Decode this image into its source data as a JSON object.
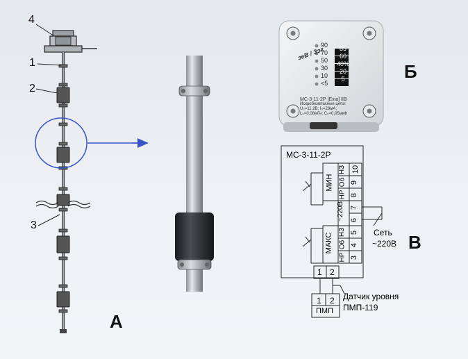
{
  "figure_labels": {
    "a": "А",
    "b": "Б",
    "v": "В"
  },
  "parts": {
    "p1": "1",
    "p2": "2",
    "p3": "3",
    "p4": "4"
  },
  "device": {
    "brand_left": "зеВ",
    "brand_right": "Зэг",
    "levels": [
      {
        "num": "90",
        "pct": "85"
      },
      {
        "num": "70",
        "pct": "60"
      },
      {
        "num": "50",
        "pct": "40%"
      },
      {
        "num": "30",
        "pct": "20"
      },
      {
        "num": "10",
        "pct": "5"
      },
      {
        "num": "<5",
        "pct": ""
      }
    ],
    "model_line": "МС-3-11-2Р [Exia] IIB",
    "line2": "Искробезопасные цепи:",
    "line3": "U₀=11,2В; I₀=28мА;",
    "line4": "L₀=0,08мГн; C₀=0,05мкФ"
  },
  "schematic": {
    "title": "МС-3-11-2Р",
    "min": "МИН",
    "max": "МАКС",
    "supply_col": "~220В",
    "upper_cols": [
      "НР",
      "Об",
      "НЗ"
    ],
    "lower_cols": [
      "НР",
      "Об",
      "НЗ"
    ],
    "terminals": [
      "10",
      "9",
      "8",
      "7",
      "6",
      "5",
      "4",
      "3"
    ],
    "io_left": "1",
    "io_right": "2",
    "network": "Сеть",
    "network_v": "~220В",
    "sensor_label1": "Датчик уровня",
    "sensor_label2": "ПМП-119",
    "pmp": {
      "t1": "1",
      "t2": "2",
      "name": "ПМП"
    }
  }
}
